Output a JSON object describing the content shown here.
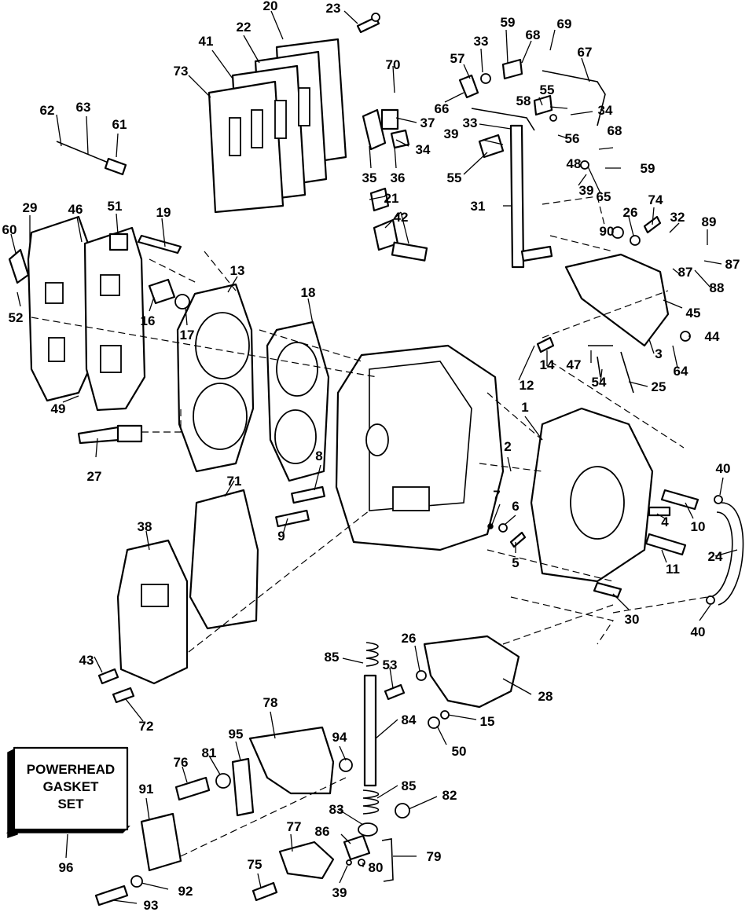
{
  "gasket_set_box": {
    "line1": "POWERHEAD",
    "line2": "GASKET",
    "line3": "SET"
  },
  "callouts": [
    "1",
    "2",
    "3",
    "4",
    "5",
    "6",
    "7",
    "8",
    "9",
    "10",
    "11",
    "12",
    "13",
    "14",
    "15",
    "16",
    "17",
    "18",
    "19",
    "20",
    "21",
    "22",
    "23",
    "24",
    "25",
    "26",
    "27",
    "28",
    "29",
    "30",
    "31",
    "32",
    "33",
    "34",
    "35",
    "36",
    "37",
    "38",
    "39",
    "40",
    "41",
    "42",
    "43",
    "44",
    "45",
    "46",
    "47",
    "48",
    "49",
    "50",
    "51",
    "52",
    "53",
    "54",
    "55",
    "56",
    "57",
    "58",
    "59",
    "60",
    "61",
    "62",
    "63",
    "64",
    "65",
    "66",
    "67",
    "68",
    "69",
    "70",
    "71",
    "72",
    "73",
    "74",
    "75",
    "76",
    "77",
    "78",
    "79",
    "80",
    "81",
    "82",
    "83",
    "84",
    "85",
    "86",
    "87",
    "88",
    "89",
    "90",
    "91",
    "92",
    "93",
    "94",
    "95",
    "96"
  ]
}
